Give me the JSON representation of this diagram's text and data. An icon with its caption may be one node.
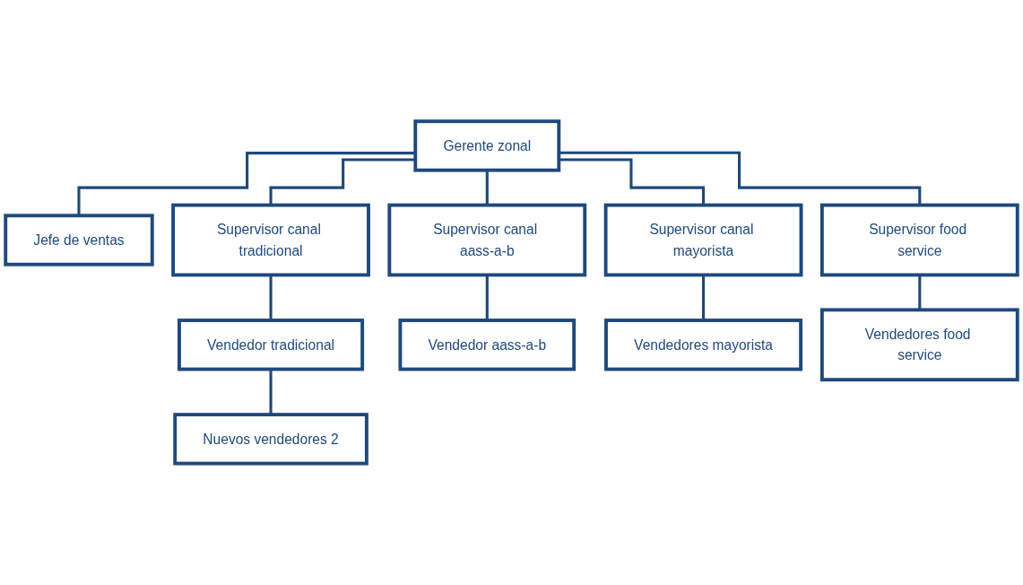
{
  "diagram": {
    "nodes": [
      {
        "text": [
          "Gerente zonal"
        ]
      },
      {
        "text": [
          "Jefe de ventas"
        ]
      },
      {
        "text": [
          "Supervisor canal tradicional"
        ]
      },
      {
        "text": [
          "Supervisor canal aass-a-b"
        ]
      },
      {
        "text": [
          "Supervisor canal mayorista"
        ]
      },
      {
        "text": [
          "Supervisor food service"
        ]
      },
      {
        "text": [
          "Vendedor tradicional"
        ]
      },
      {
        "text": [
          "Vendedor aass-a-b"
        ]
      },
      {
        "text": [
          "Vendedores mayorista"
        ]
      },
      {
        "text": [
          "Vendedores food service"
        ]
      },
      {
        "text": [
          "Nuevos vendedores 2"
        ]
      }
    ],
    "edges": [
      {
        "from": 0,
        "to": 1,
        "arrow": "none"
      },
      {
        "from": 0,
        "to": 2,
        "arrow": "none"
      },
      {
        "from": 0,
        "to": 3,
        "arrow": "none"
      },
      {
        "from": 0,
        "to": 4,
        "arrow": "none"
      },
      {
        "from": 0,
        "to": 5,
        "arrow": "none"
      },
      {
        "from": 2,
        "to": 6,
        "arrow": "none"
      },
      {
        "from": 3,
        "to": 7,
        "arrow": "none"
      },
      {
        "from": 4,
        "to": 8,
        "arrow": "none"
      },
      {
        "from": 5,
        "to": 9,
        "arrow": "none"
      },
      {
        "from": 6,
        "to": 10,
        "arrow": "none"
      }
    ]
  }
}
